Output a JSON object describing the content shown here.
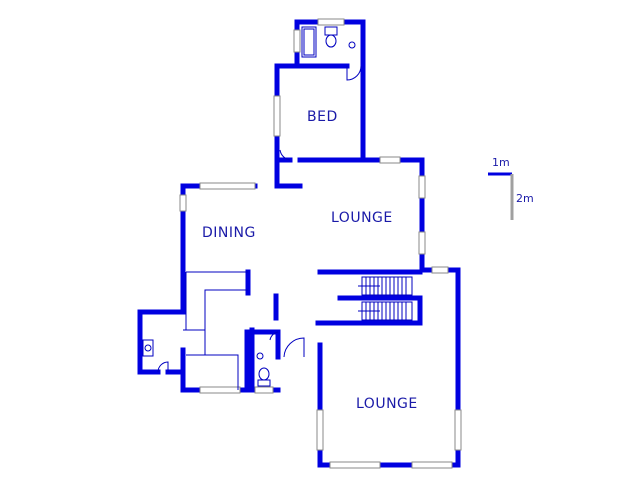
{
  "colors": {
    "wall": "#0000e0",
    "window": "#9a9a9a",
    "fixture": "#0000c0",
    "label": "#1a1aa8",
    "scale_h": "#0000e0",
    "scale_v": "#a0a0a0"
  },
  "rooms": {
    "bed": "BED",
    "lounge_upper": "LOUNGE",
    "dining": "DINING",
    "lounge_lower": "LOUNGE"
  },
  "scale": {
    "horizontal": "1m",
    "vertical": "2m"
  }
}
